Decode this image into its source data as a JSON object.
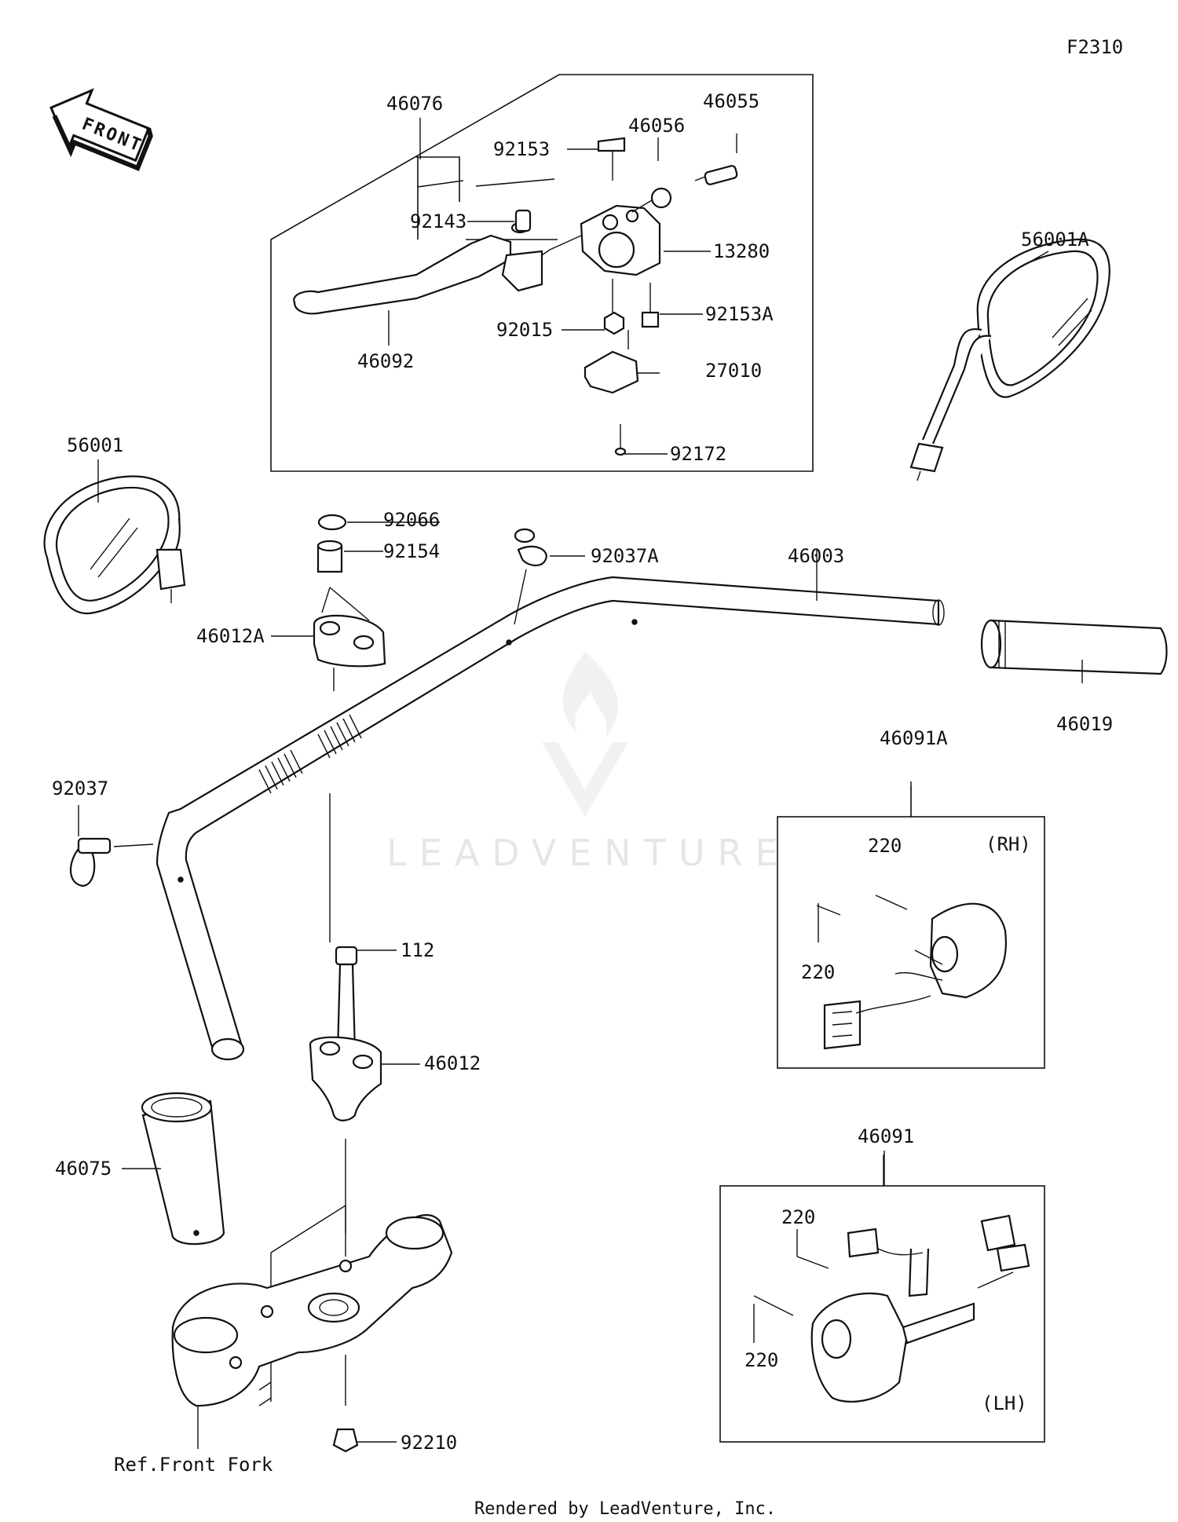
{
  "figure_id": "F2310",
  "front_label": "FRONT",
  "watermark": "LEADVENTURE",
  "footer": "Rendered by LeadVenture, Inc.",
  "side_labels": {
    "rh": "(RH)",
    "lh": "(LH)"
  },
  "ref_note": "Ref.Front Fork",
  "parts": {
    "p46076": "46076",
    "p46055": "46055",
    "p46056": "46056",
    "p92153": "92153",
    "p92143": "92143",
    "p13280": "13280",
    "p92153A": "92153A",
    "p92015": "92015",
    "p46092": "46092",
    "p27010": "27010",
    "p92172": "92172",
    "p56001A": "56001A",
    "p56001": "56001",
    "p92066": "92066",
    "p92154": "92154",
    "p92037A": "92037A",
    "p46003": "46003",
    "p46012A": "46012A",
    "p46019": "46019",
    "p46091A": "46091A",
    "p92037": "92037",
    "p220_rh_top": "220",
    "p220_rh_left": "220",
    "p112": "112",
    "p46012": "46012",
    "p46075": "46075",
    "p46091": "46091",
    "p220_lh_top": "220",
    "p220_lh_bottom": "220",
    "p92210": "92210"
  }
}
